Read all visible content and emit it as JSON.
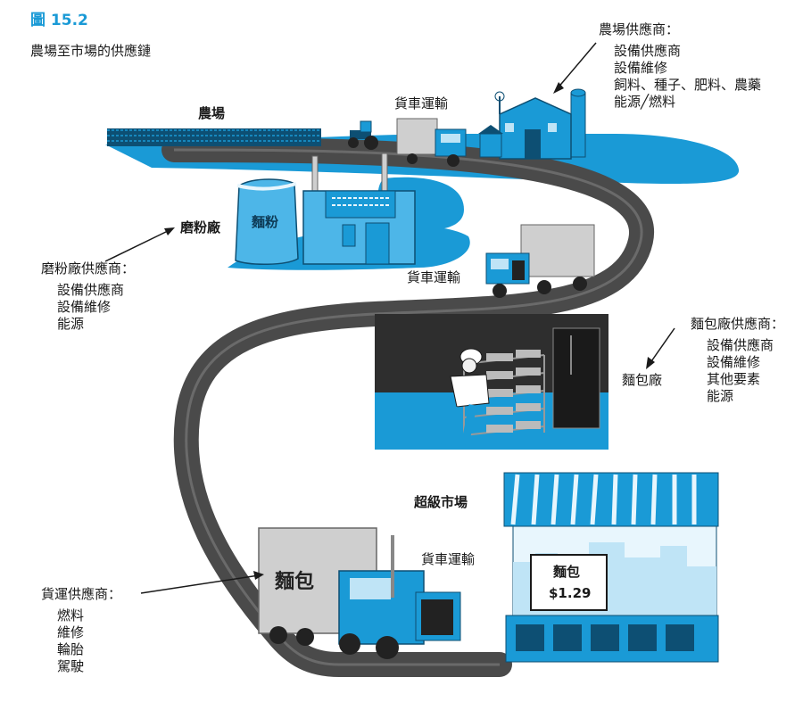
{
  "figure": {
    "number": "圖 15.2",
    "title": "農場至市場的供應鏈"
  },
  "stages": {
    "farm": "農場",
    "mill": "磨粉廠",
    "bakery": "麵包廠",
    "supermarket": "超級市場"
  },
  "transport_labels": [
    "貨車運輸",
    "貨車運輸",
    "貨車運輸"
  ],
  "items": {
    "flour_sack": "麵粉",
    "truck_cargo": "麵包",
    "price_sign_item": "麵包",
    "price_sign_price": "$1.29"
  },
  "suppliers": {
    "farm": {
      "heading": "農場供應商：",
      "items": [
        "設備供應商",
        "設備維修",
        "飼料、種子、肥料、農藥",
        "能源╱燃料"
      ]
    },
    "mill": {
      "heading": "磨粉廠供應商：",
      "items": [
        "設備供應商",
        "設備維修",
        "能源"
      ]
    },
    "bakery": {
      "heading": "麵包廠供應商：",
      "items": [
        "設備供應商",
        "設備維修",
        "其他要素",
        "能源"
      ]
    },
    "freight": {
      "heading": "貨運供應商：",
      "items": [
        "燃料",
        "維修",
        "輪胎",
        "駕駛"
      ]
    }
  },
  "colors": {
    "accent": "#1a9ad6",
    "road": "#4a4a4a",
    "dark": "#222222",
    "wall": "#2e2e2e"
  }
}
